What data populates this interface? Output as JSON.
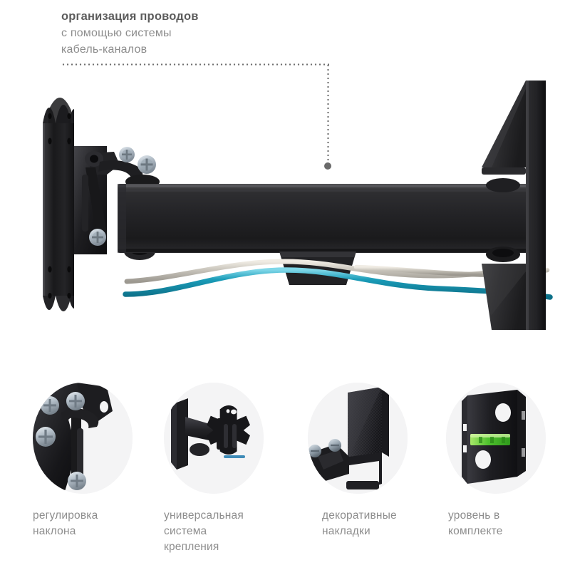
{
  "callout": {
    "title": "организация проводов",
    "subtitle_lines": [
      "с помощью системы",
      "кабель-каналов"
    ],
    "leader_icon": "dotted-leader-line",
    "endpoint_icon": "leader-endpoint-dot"
  },
  "hero": {
    "alt": "поворотно-наклонный кронштейн для телевизора, вид сбоку",
    "parts": {
      "vesa_plate": "монтажная пластина VESA",
      "tilt_joint": "узел регулировки наклона",
      "arm": "выдвижная штанга",
      "cable_clip": "кабель-канал",
      "wall_plate": "настенная пластина",
      "decor_covers": "декоративные накладки"
    },
    "cables": [
      {
        "name": "teal-cable",
        "color": "#1a9cb8"
      },
      {
        "name": "grey-cable",
        "color": "#c9c6bd"
      }
    ]
  },
  "features": [
    {
      "icon": "tilt-adjustment-photo",
      "label_lines": [
        "регулировка",
        "наклона"
      ]
    },
    {
      "icon": "universal-mount-photo",
      "label_lines": [
        "универсальная",
        "система",
        "крепления"
      ]
    },
    {
      "icon": "decorative-cover-photo",
      "label_lines": [
        "декоративные",
        "накладки"
      ]
    },
    {
      "icon": "bubble-level-photo",
      "label_lines": [
        "уровень в",
        "комплекте"
      ]
    }
  ],
  "colors": {
    "headline": "#5c5c5c",
    "body_text": "#8d8d8d",
    "leader": "#6f6f6f",
    "circle_bg": "#f4f4f5",
    "metal_black": "#1d1d1f",
    "zinc_screw": "#b9c3cc",
    "level_green": "#5fc23c"
  }
}
